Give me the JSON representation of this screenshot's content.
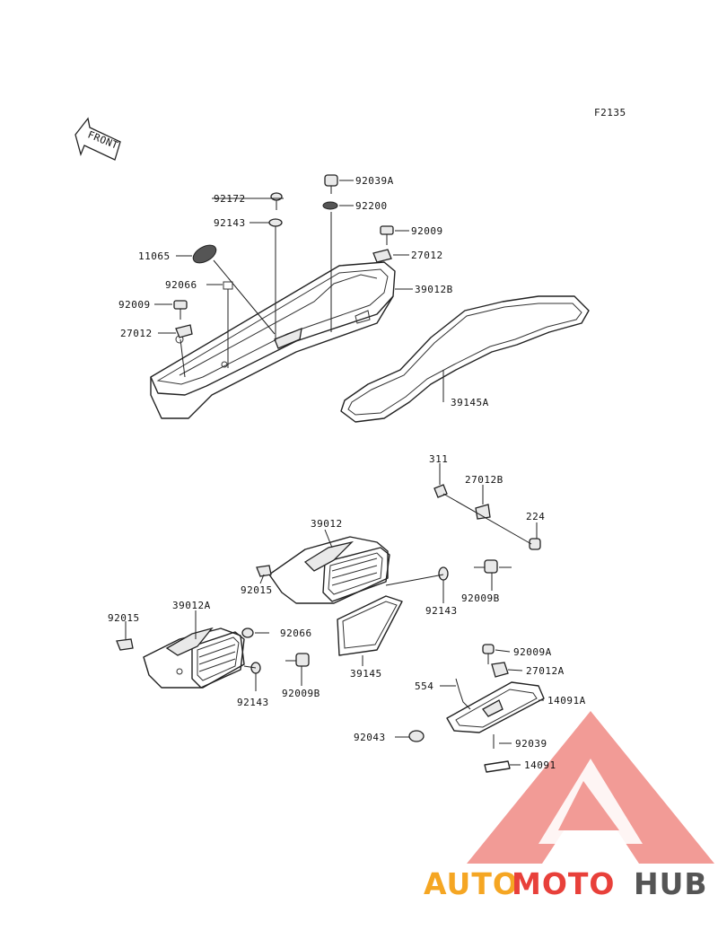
{
  "figure_code": "F2135",
  "front_label": "FRONT",
  "watermark": {
    "part1": "AUTO",
    "part2": "MOTO",
    "part3": "HUB",
    "color_orange": "#f5a623",
    "color_red": "#e8403a",
    "color_grey": "#555555"
  },
  "labels": {
    "l92039A": "92039A",
    "l92200": "92200",
    "l92172": "92172",
    "l92143a": "92143",
    "l92009a": "92009",
    "l27012a": "27012",
    "l11065": "11065",
    "l39012B": "39012B",
    "l92066a": "92066",
    "l92009b": "92009",
    "l27012b": "27012",
    "l39145A": "39145A",
    "l311": "311",
    "l27012B": "27012B",
    "l224": "224",
    "l39012": "39012",
    "l92015a": "92015",
    "l92143b": "92143",
    "l92009B_a": "92009B",
    "l92015b": "92015",
    "l39012A": "39012A",
    "l92066b": "92066",
    "l39145": "39145",
    "l92143c": "92143",
    "l92009B_b": "92009B",
    "l92009A": "92009A",
    "l27012A": "27012A",
    "l554": "554",
    "l14091A": "14091A",
    "l92043": "92043",
    "l92039": "92039",
    "l14091": "14091"
  }
}
